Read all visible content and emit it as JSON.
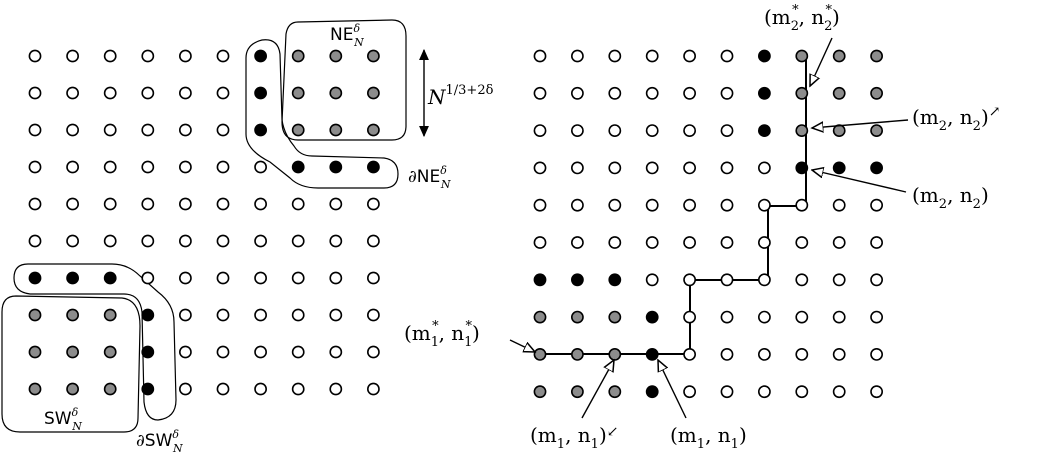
{
  "colors": {
    "empty": "#ffffff",
    "grey": "#8c8c8c",
    "black": "#000000",
    "stroke": "#000000"
  },
  "left": {
    "ne_label": {
      "base": "NE",
      "sup": "δ",
      "sub": "N"
    },
    "dne_label": {
      "pre": "∂",
      "base": "NE",
      "sup": "δ",
      "sub": "N"
    },
    "sw_label": {
      "base": "SW",
      "sup": "δ",
      "sub": "N"
    },
    "dsw_label": {
      "pre": "∂",
      "base": "SW",
      "sup": "δ",
      "sub": "N"
    },
    "scale_label": {
      "base": "N",
      "sup": "1/3+2δ"
    }
  },
  "right": {
    "label_m2star": {
      "text": "(m",
      "sub": "2",
      "sup": "*",
      "mid": ", n",
      "sub2": "2",
      "sup2": "*",
      "end": ")"
    },
    "label_m2n2_ne": {
      "text": "(m",
      "sub": "2",
      "mid": ", n",
      "sub2": "2",
      "end": ")",
      "arrow": "↗"
    },
    "label_m2n2": {
      "text": "(m",
      "sub": "2",
      "mid": ", n",
      "sub2": "2",
      "end": ")"
    },
    "label_m1star": {
      "text": "(m",
      "sub": "1",
      "sup": "*",
      "mid": ", n",
      "sub2": "1",
      "sup2": "*",
      "end": ")"
    },
    "label_m1n1_sw": {
      "text": "(m",
      "sub": "1",
      "mid": ", n",
      "sub2": "1",
      "end": ")",
      "arrow": "↙"
    },
    "label_m1n1": {
      "text": "(m",
      "sub": "1",
      "mid": ", n",
      "sub2": "1",
      "end": ")"
    }
  },
  "grids": {
    "left": [
      "ooooooBGGG",
      "ooooooBGGG",
      "ooooooBGGG",
      "oooooooBBB",
      "oooooooooo",
      "oooooooooo",
      "BBBooooooo",
      "GGGBoooooo",
      "GGGBoooooo",
      "GGGBoooooo"
    ],
    "right": [
      "ooooooBGGG",
      "ooooooBGGG",
      "ooooooBGGG",
      "oooooooBBB",
      "oooooooooo",
      "oooooooooo",
      "BBBooooooo",
      "GGGBoooooo",
      "GGGBoooooo",
      "GGGBoooooo"
    ]
  }
}
